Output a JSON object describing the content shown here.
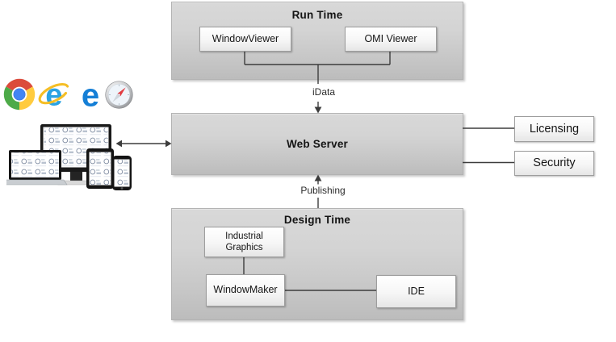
{
  "diagram": {
    "runtime": {
      "title": "Run Time",
      "nodes": {
        "windowviewer": "WindowViewer",
        "omiviewer": "OMI Viewer"
      }
    },
    "webserver": {
      "title": "Web Server"
    },
    "designtime": {
      "title": "Design Time",
      "nodes": {
        "industrial_graphics": "Industrial Graphics",
        "windowmaker": "WindowMaker",
        "ide": "IDE"
      }
    },
    "external": {
      "licensing": "Licensing",
      "security": "Security"
    },
    "connector_labels": {
      "idata": "iData",
      "publishing": "Publishing"
    }
  },
  "icons": {
    "browsers": [
      "chrome-browser-icon",
      "internet-explorer-browser-icon",
      "edge-browser-icon",
      "safari-browser-icon"
    ],
    "devices": [
      "monitor-icon",
      "laptop-icon",
      "tablet-icon",
      "smartphone-icon"
    ]
  },
  "colors": {
    "panel_fill_top": "#d8d8d8",
    "panel_fill_bottom": "#bcbcbc",
    "node_fill": "#ffffff",
    "node_border": "#9d9d9d",
    "connector": "#3d3d3d",
    "chrome_red": "#DB4B3C",
    "chrome_green": "#4DAA48",
    "chrome_yellow": "#FFCB3F",
    "chrome_blue": "#4285F4",
    "ie_blue": "#2BA3E3",
    "ie_swoosh": "#F5BE25",
    "edge_blue": "#157FD6",
    "safari_needle": "#E23B41"
  }
}
